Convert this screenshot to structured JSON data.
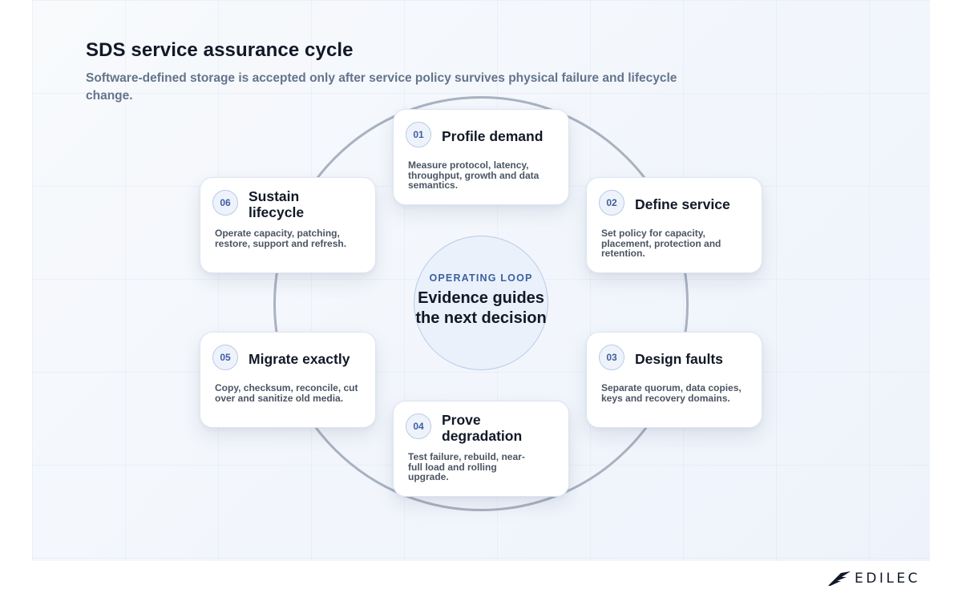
{
  "header": {
    "title": "SDS service assurance cycle",
    "subtitle": "Software-defined storage is accepted only after service policy survives physical failure and lifecycle change."
  },
  "hub": {
    "kicker": "OPERATING LOOP",
    "text": "Evidence guides the next decision"
  },
  "steps": [
    {
      "number": "01",
      "title": "Profile demand",
      "description": "Measure protocol, latency, throughput, growth and data semantics."
    },
    {
      "number": "02",
      "title": "Define service",
      "description": "Set policy for capacity, placement, protection and retention."
    },
    {
      "number": "03",
      "title": "Design faults",
      "description": "Separate quorum, data copies, keys and recovery domains."
    },
    {
      "number": "04",
      "title": "Prove degradation",
      "description": "Test failure, rebuild, near-full load and rolling upgrade."
    },
    {
      "number": "05",
      "title": "Migrate exactly",
      "description": "Copy, checksum, reconcile, cut over and sanitize old media."
    },
    {
      "number": "06",
      "title": "Sustain lifecycle",
      "description": "Operate capacity, patching, restore, support and refresh."
    }
  ],
  "brand": {
    "logo_text": "EDILEC"
  },
  "colors": {
    "accent": "#3d5fa0",
    "ring": "#a9b2c1",
    "hub_fill": "#eaf1fb",
    "text_primary": "#111827",
    "text_muted": "#64748b"
  }
}
